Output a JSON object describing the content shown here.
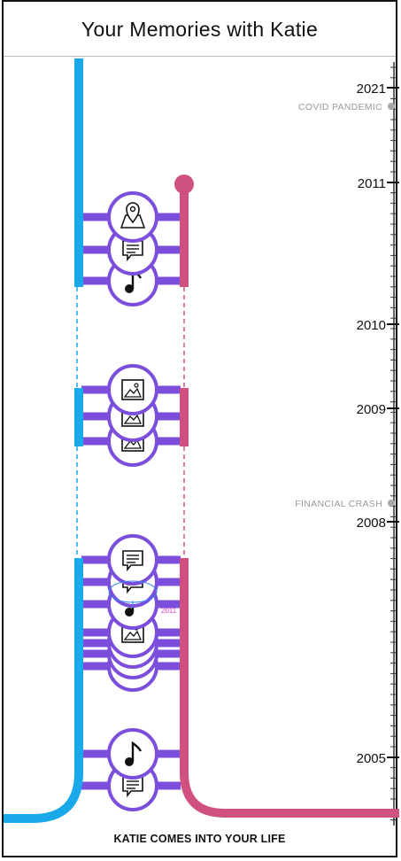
{
  "header": {
    "title": "Your Memories with Katie"
  },
  "footer": {
    "caption": "KATIE COMES INTO YOUR LIFE"
  },
  "axis": {
    "years": [
      "2021",
      "2011",
      "2010",
      "2009",
      "2008",
      "2005"
    ],
    "events": [
      "COVID PANDEMIC",
      "FINANCIAL CRASH"
    ]
  },
  "colors": {
    "you_line": "#19a9ea",
    "katie_line": "#d0507f",
    "memory_rung": "#7b4fdb",
    "event_dot": "#a8a8a8"
  },
  "memory_icons": [
    "map-pin-icon",
    "speech-bubble-icon",
    "music-note-icon",
    "image-icon"
  ]
}
